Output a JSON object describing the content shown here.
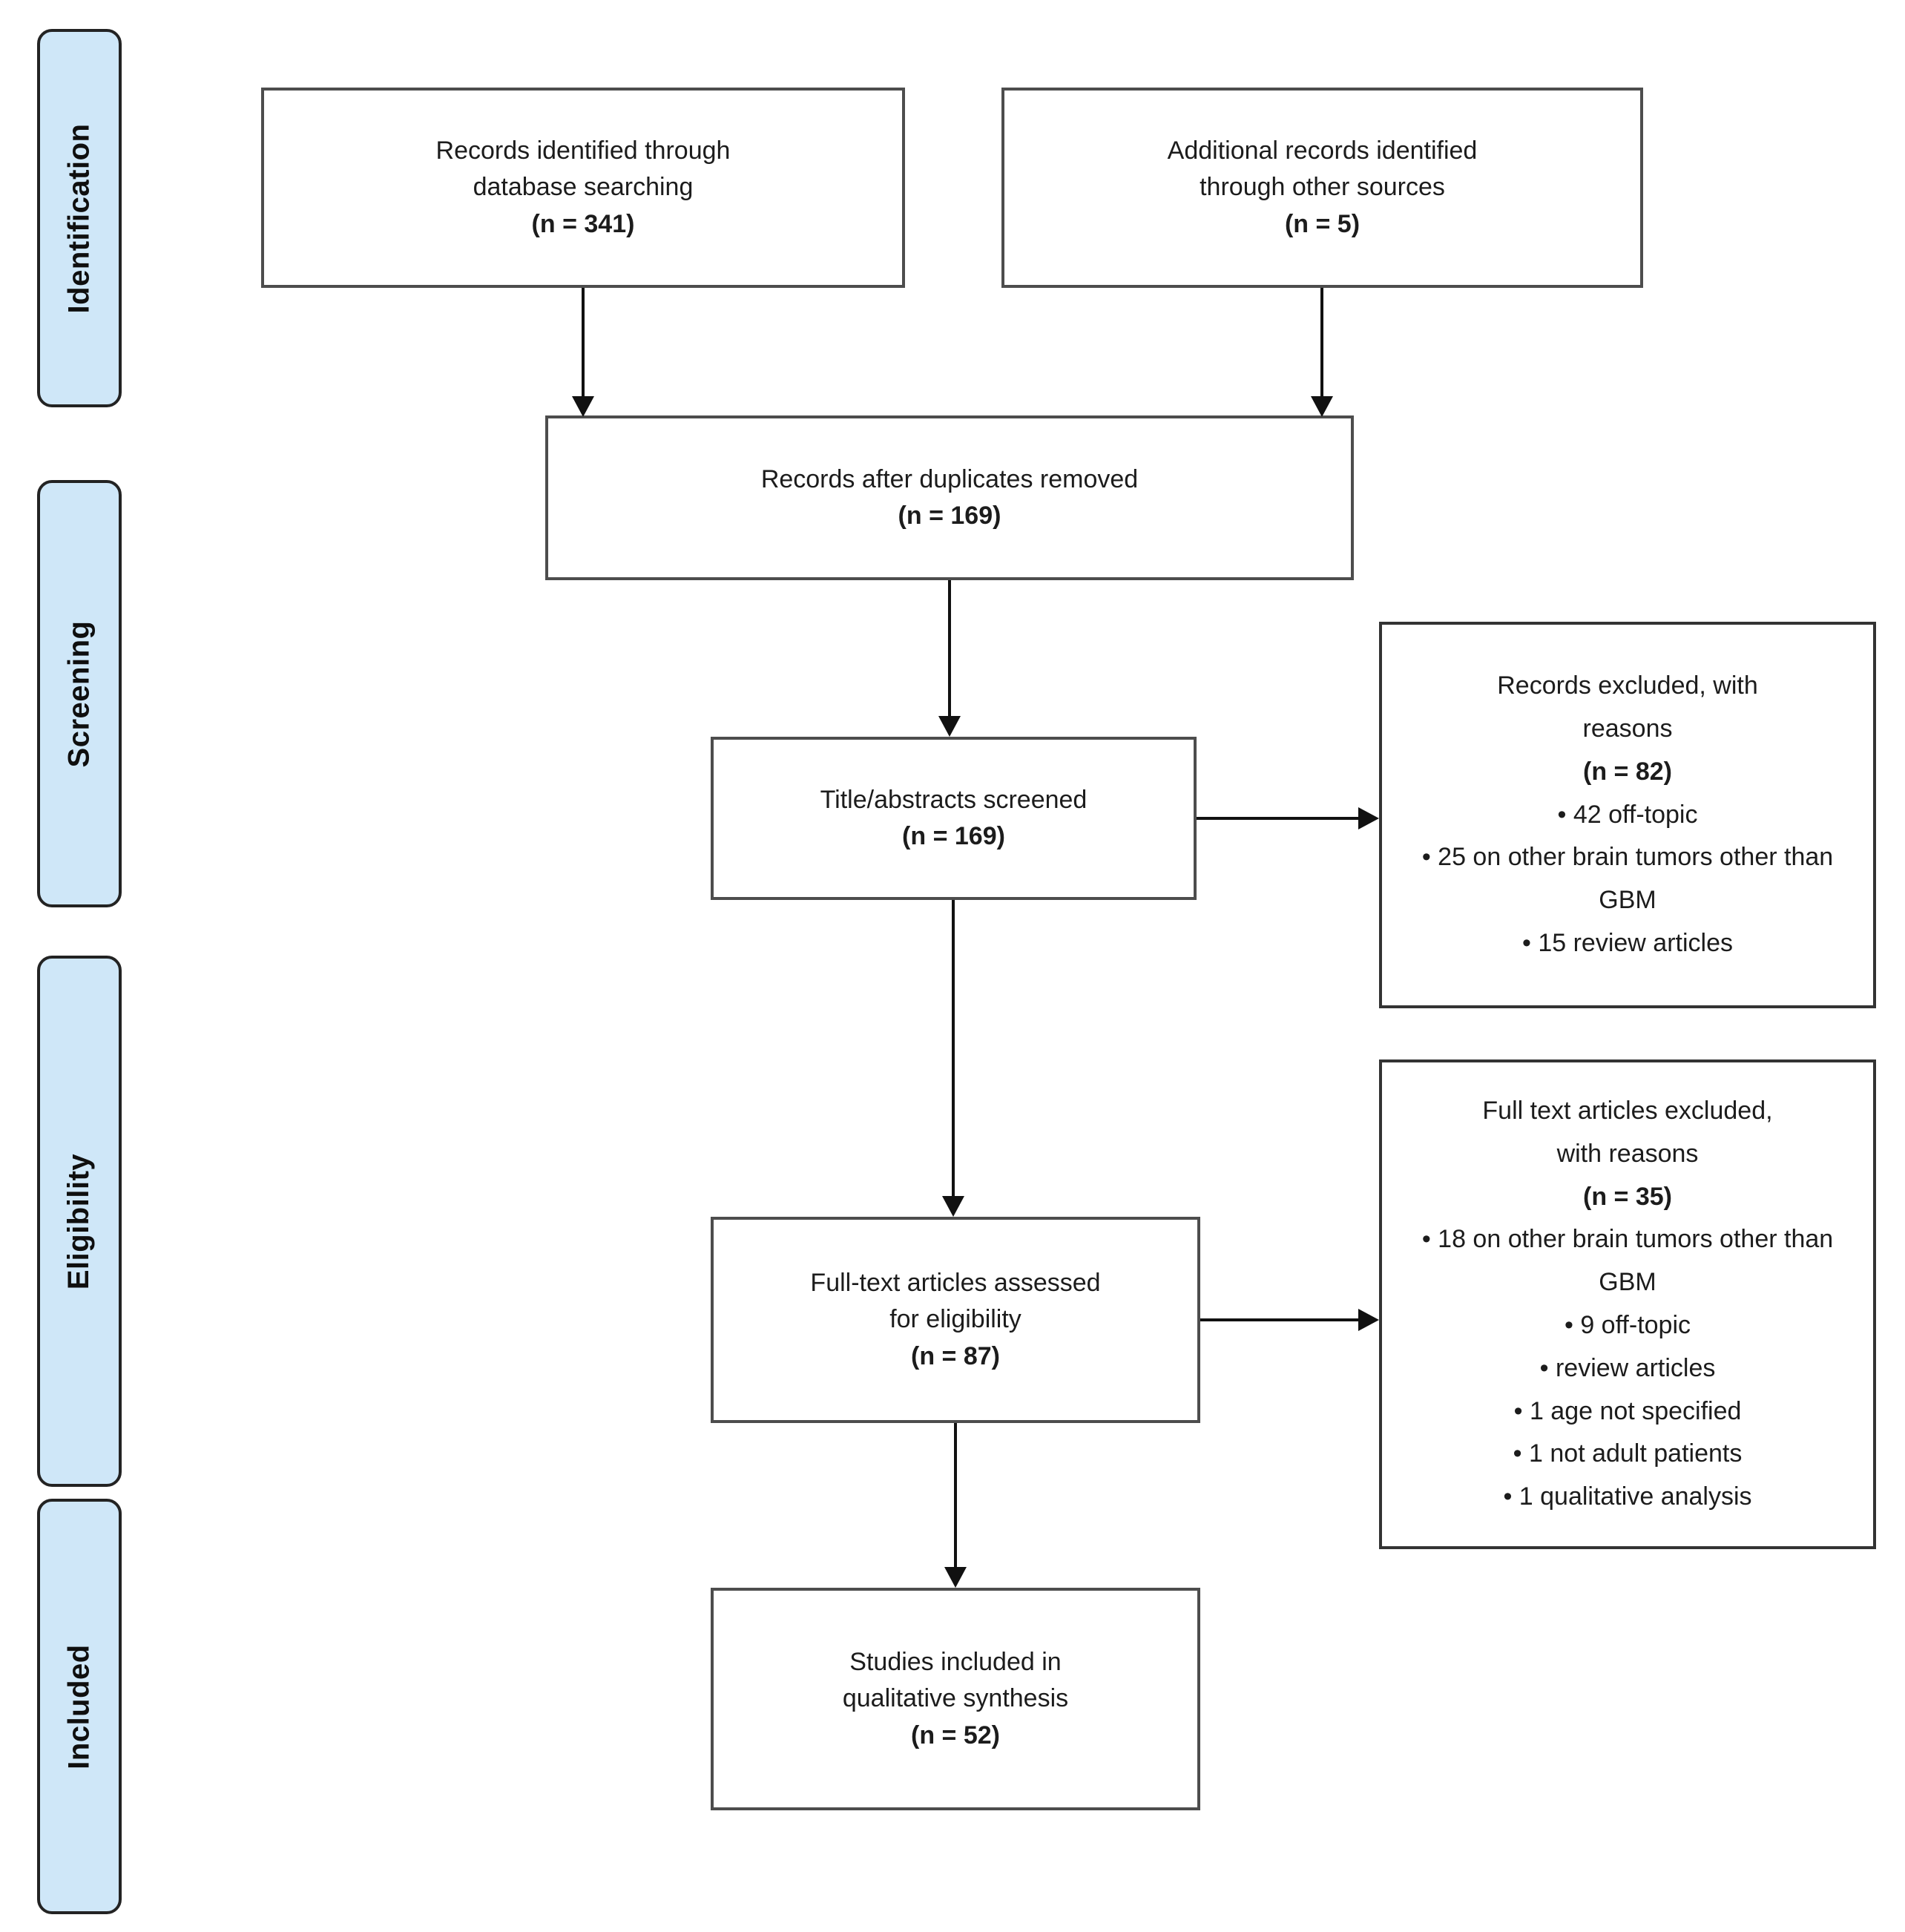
{
  "stages": [
    {
      "label": "Identification"
    },
    {
      "label": "Screening"
    },
    {
      "label": "Eligibility"
    },
    {
      "label": "Included"
    }
  ],
  "boxes": {
    "records_identified": {
      "line1": "Records identified through",
      "line2": "database searching",
      "n": "(n = 341)"
    },
    "additional_records": {
      "line1": "Additional records identified",
      "line2": "through other sources",
      "n": "(n = 5)"
    },
    "duplicates_removed": {
      "line1": "Records after duplicates removed",
      "n": "(n = 169)"
    },
    "title_abstracts_screened": {
      "line1": "Title/abstracts screened",
      "n": "(n = 169)"
    },
    "records_excluded": {
      "title_lines": [
        "Records excluded, with",
        "reasons"
      ],
      "n": "(n = 82)",
      "bullets": [
        "42 off-topic",
        "25 on other brain tumors other than GBM",
        "15 review articles"
      ]
    },
    "fulltext_assessed": {
      "line1": "Full-text articles assessed",
      "line2": "for eligibility",
      "n": "(n = 87)"
    },
    "fulltext_excluded": {
      "title_lines": [
        "Full text articles excluded,",
        "with reasons"
      ],
      "n": "(n = 35)",
      "bullets": [
        "18 on other brain tumors other than GBM",
        "9 off-topic",
        "review articles",
        "1 age not specified",
        "1 not adult patients",
        "1 qualitative analysis"
      ]
    },
    "studies_included": {
      "line1": "Studies included in",
      "line2": "qualitative synthesis",
      "n": "(n = 52)"
    }
  },
  "colors": {
    "stage_fill": "#cfe7f8",
    "stage_border": "#232323",
    "box_border": "#4d4d4d",
    "arrow": "#111111",
    "text": "#1c1c1c"
  }
}
